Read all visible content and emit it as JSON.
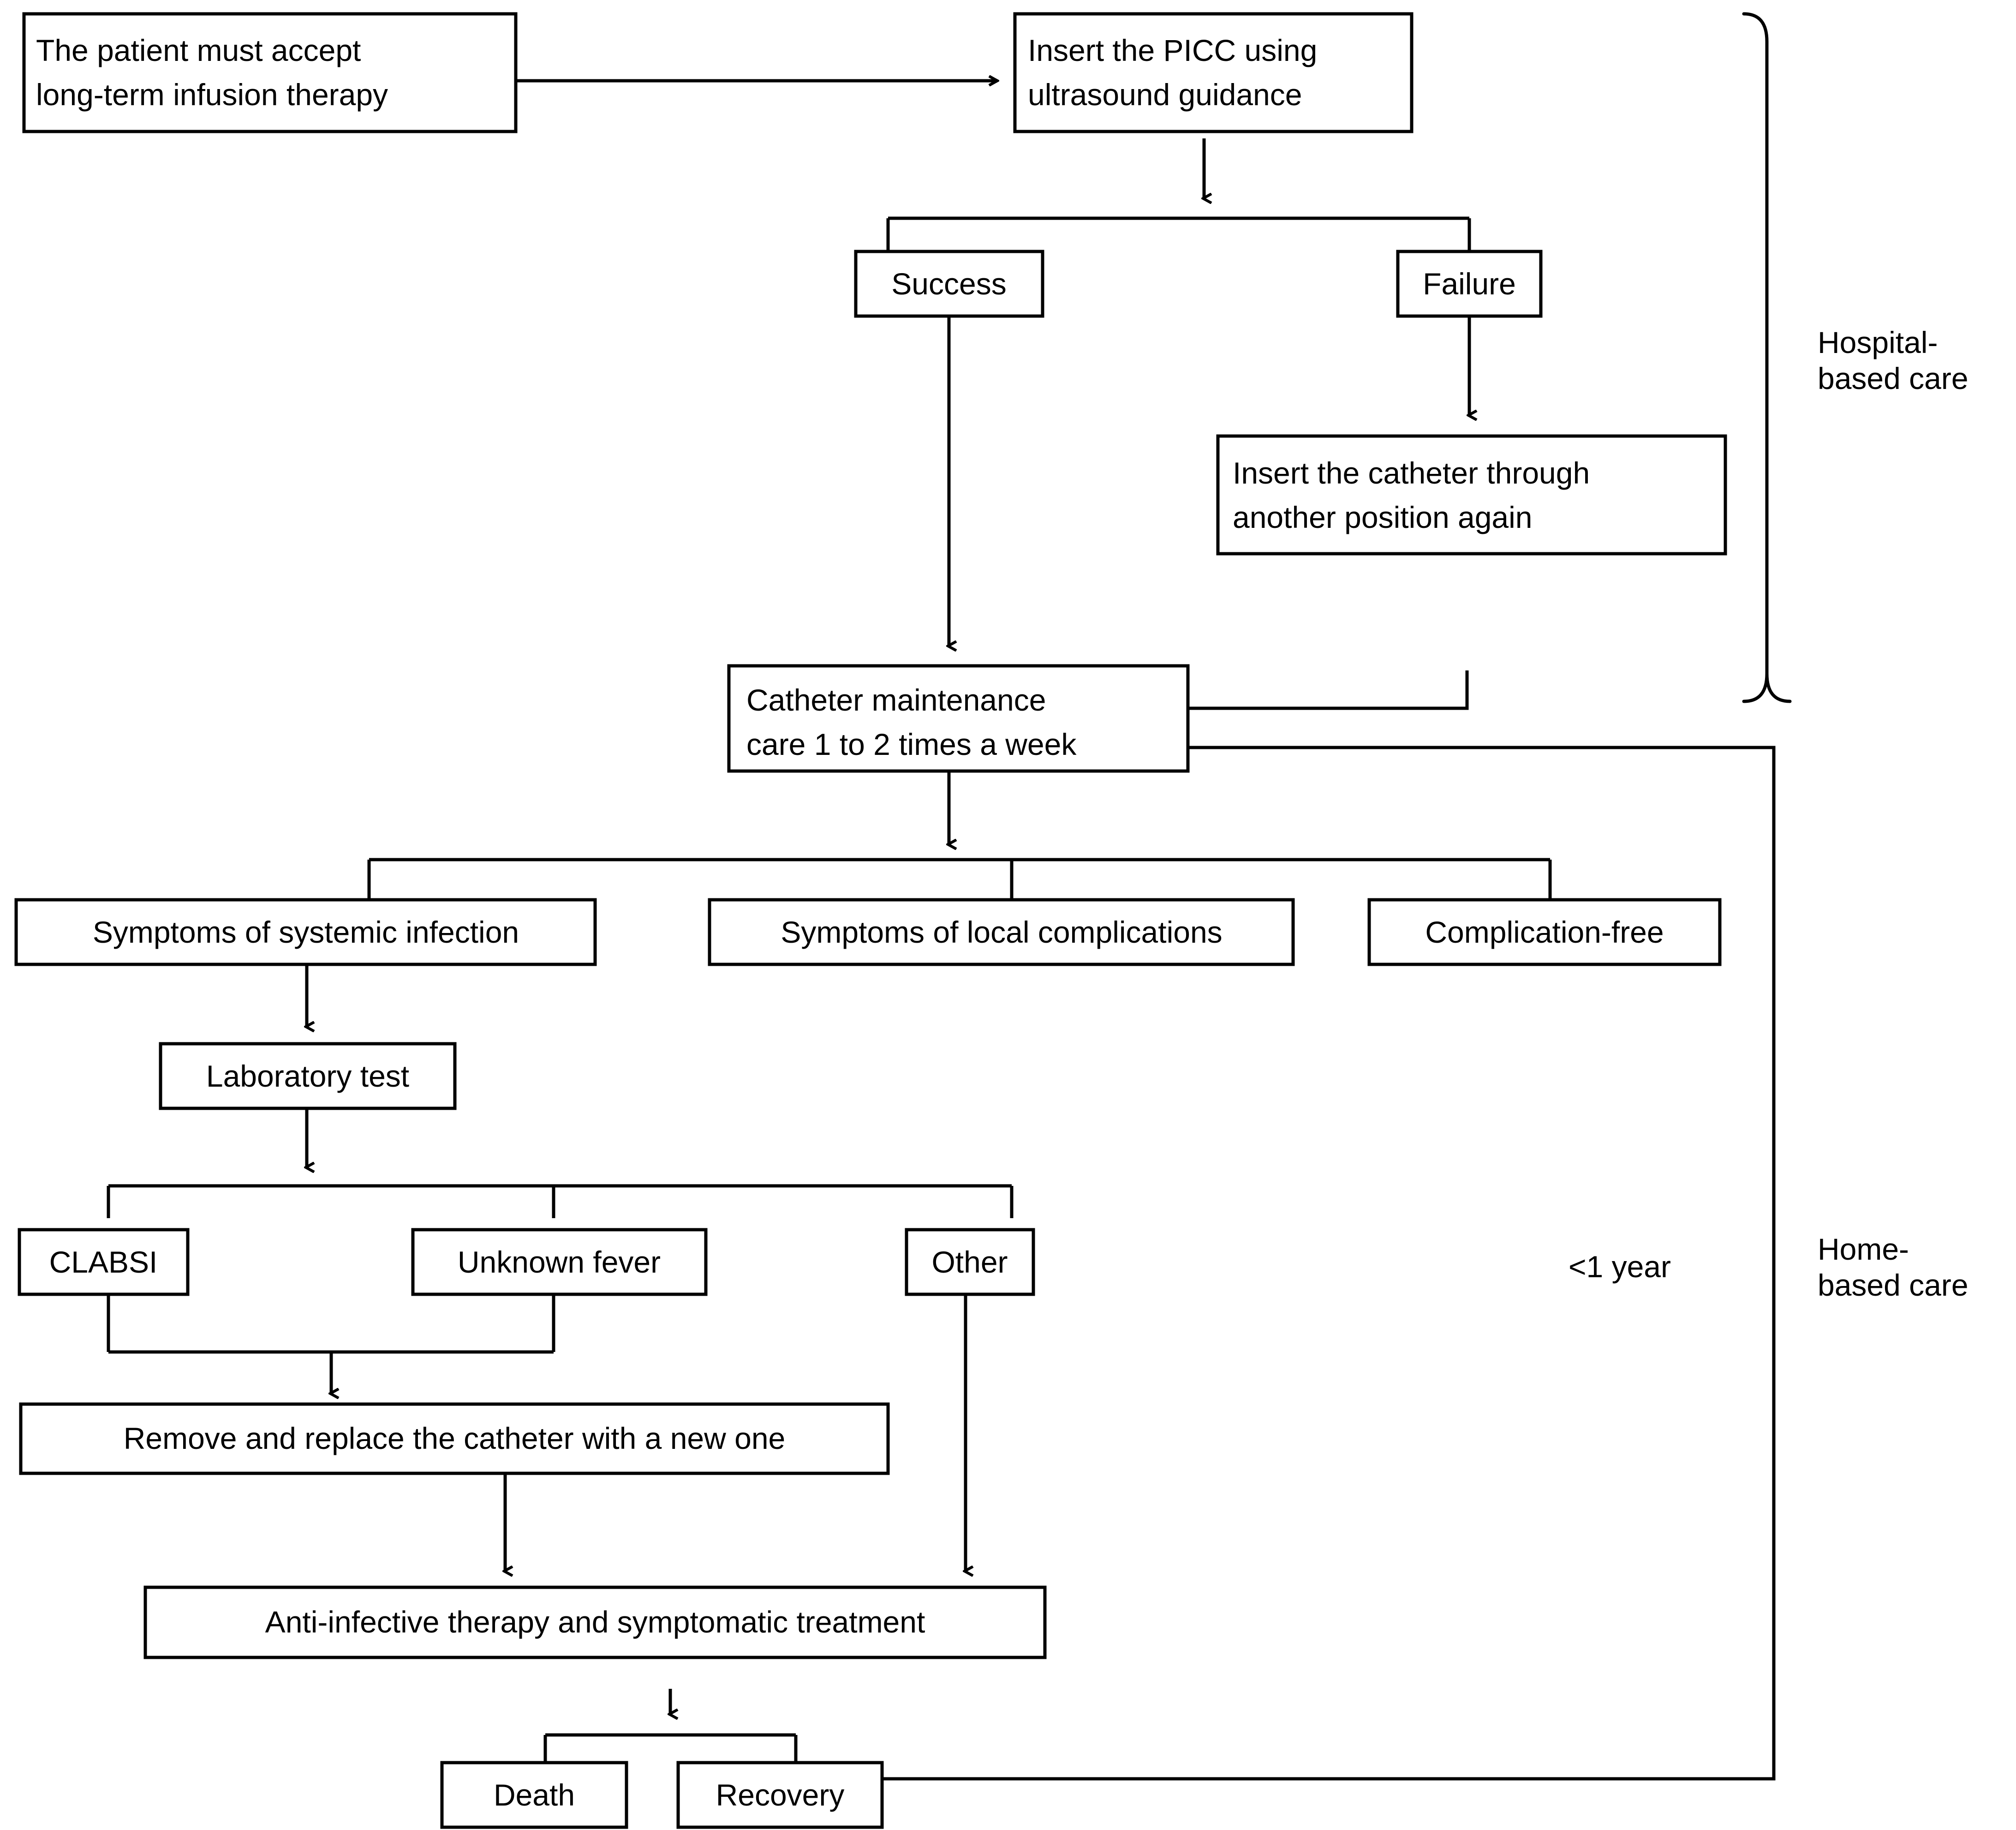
{
  "diagram": {
    "title": "PICC catheter care pathway flowchart",
    "colors": {
      "stroke": "#000000",
      "fill": "#ffffff",
      "text": "#000000"
    },
    "nodes": {
      "accept_therapy": {
        "line1": "The patient must accept",
        "line2": "long-term infusion therapy"
      },
      "insert_picc": {
        "line1": "Insert the PICC using",
        "line2": "ultrasound guidance"
      },
      "success": {
        "line1": "Success"
      },
      "failure": {
        "line1": "Failure"
      },
      "reinsert": {
        "line1": "Insert the catheter through",
        "line2": "another position again"
      },
      "maintenance": {
        "line1": "Catheter maintenance",
        "line2": "care 1 to 2 times a week"
      },
      "systemic_infection": {
        "line1": "Symptoms of systemic infection"
      },
      "local_complications": {
        "line1": "Symptoms of local complications"
      },
      "complication_free": {
        "line1": "Complication-free"
      },
      "lab_test": {
        "line1": "Laboratory test"
      },
      "clabsi": {
        "line1": "CLABSI"
      },
      "unknown_fever": {
        "line1": "Unknown fever"
      },
      "other": {
        "line1": "Other"
      },
      "remove_replace": {
        "line1": "Remove and replace the catheter with a new one"
      },
      "anti_infective": {
        "line1": "Anti-infective therapy and symptomatic treatment"
      },
      "death": {
        "line1": "Death"
      },
      "recovery": {
        "line1": "Recovery"
      }
    },
    "annotations": {
      "hospital_care": {
        "line1": "Hospital-",
        "line2": "based care"
      },
      "home_care": {
        "line1": "Home-",
        "line2": "based care"
      },
      "duration": {
        "line1": "<1 year"
      }
    }
  }
}
